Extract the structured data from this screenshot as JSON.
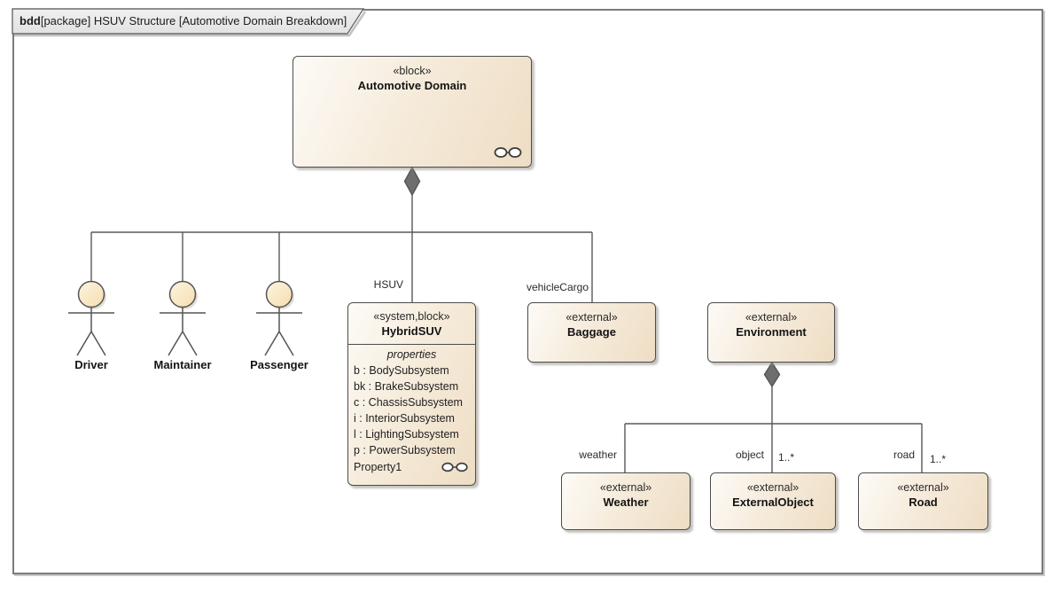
{
  "frame": {
    "tab_keyword": "bdd",
    "tab_title": "[package] HSUV Structure [Automotive Domain Breakdown]"
  },
  "blocks": {
    "automotive_domain": {
      "stereotype": "«block»",
      "name": "Automotive Domain"
    },
    "hybrid_suv": {
      "role": "HSUV",
      "stereotype": "«system,block»",
      "name": "HybridSUV",
      "compartment_label": "properties",
      "properties": [
        "b : BodySubsystem",
        "bk : BrakeSubsystem",
        "c : ChassisSubsystem",
        "i : InteriorSubsystem",
        "l : LightingSubsystem",
        "p : PowerSubsystem"
      ],
      "property1": "Property1"
    },
    "baggage": {
      "role": "vehicleCargo",
      "stereotype": "«external»",
      "name": "Baggage"
    },
    "environment": {
      "stereotype": "«external»",
      "name": "Environment"
    },
    "weather": {
      "role": "weather",
      "stereotype": "«external»",
      "name": "Weather"
    },
    "external_object": {
      "role": "object",
      "multiplicity": "1..*",
      "stereotype": "«external»",
      "name": "ExternalObject"
    },
    "road": {
      "role": "road",
      "multiplicity": "1..*",
      "stereotype": "«external»",
      "name": "Road"
    }
  },
  "actors": {
    "driver": "Driver",
    "maintainer": "Maintainer",
    "passenger": "Passenger"
  },
  "colors": {
    "block_fill_start": "#fdfbf7",
    "block_fill_end": "#eeddc4",
    "block_border": "#4d4d4d",
    "connector": "#595959",
    "diamond_fill": "#6e6e6e",
    "actor_head_start": "#fdf3df",
    "actor_head_end": "#f6ddae",
    "tab_fill": "#e9e9e9",
    "frame_border": "#7b7b7b"
  }
}
